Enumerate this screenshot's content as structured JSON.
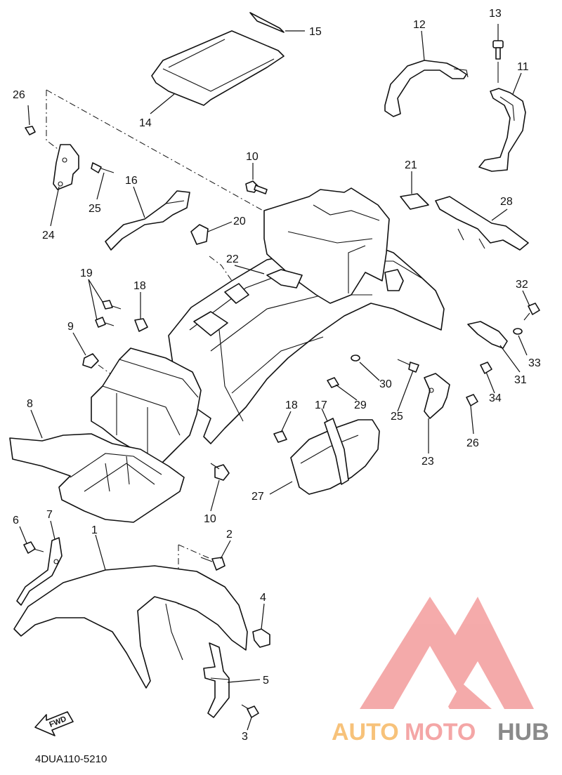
{
  "diagram": {
    "doc_code": "4DUA110-5210",
    "fwd_label": "FWD",
    "callouts": [
      "15",
      "14",
      "13",
      "12",
      "11",
      "26",
      "25",
      "24",
      "16",
      "10",
      "20",
      "21",
      "28",
      "22",
      "19",
      "18",
      "9",
      "8",
      "32",
      "33",
      "31",
      "34",
      "30",
      "29",
      "25",
      "26",
      "23",
      "17",
      "18",
      "27",
      "10",
      "6",
      "7",
      "1",
      "2",
      "4",
      "5",
      "3"
    ]
  },
  "watermark": {
    "auto": "AUTO",
    "moto": "MOTO",
    "hub": "HUB",
    "colors": {
      "logo": "#f4a6a6",
      "auto": "#f7c27a",
      "moto": "#f4a6a6",
      "hub": "#8a8a8a"
    }
  }
}
